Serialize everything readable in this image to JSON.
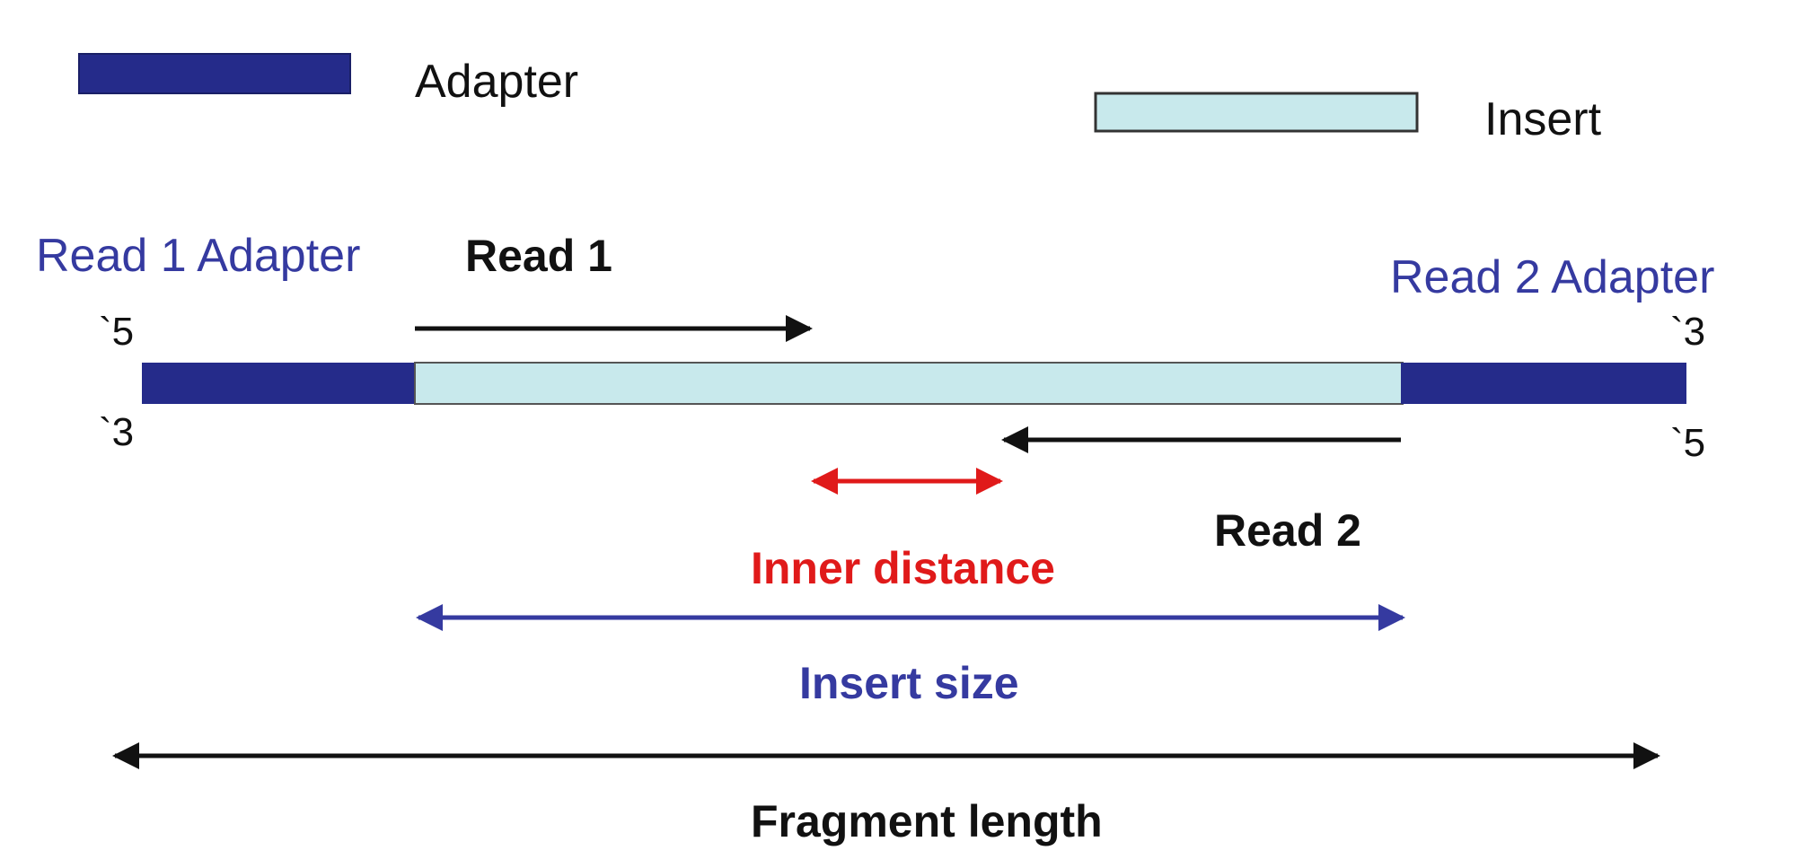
{
  "legend": {
    "adapter_label": "Adapter",
    "insert_label": "Insert"
  },
  "molecule": {
    "read1_adapter_label": "Read 1 Adapter",
    "read2_adapter_label": "Read 2 Adapter",
    "left_top_end": "`5",
    "left_bottom_end": "`3",
    "right_top_end": "`3",
    "right_bottom_end": "`5"
  },
  "reads": {
    "read1_label": "Read 1",
    "read2_label": "Read 2"
  },
  "measures": {
    "inner_distance_label": "Inner distance",
    "insert_size_label": "Insert size",
    "fragment_length_label": "Fragment length"
  },
  "colors": {
    "adapter": "#252b8a",
    "insert": "#c8e9ec",
    "read_arrow": "#111111",
    "inner_distance": "#e01a1a",
    "insert_size": "#353aa0",
    "fragment_length": "#111111",
    "adapter_text": "#353aa0"
  }
}
